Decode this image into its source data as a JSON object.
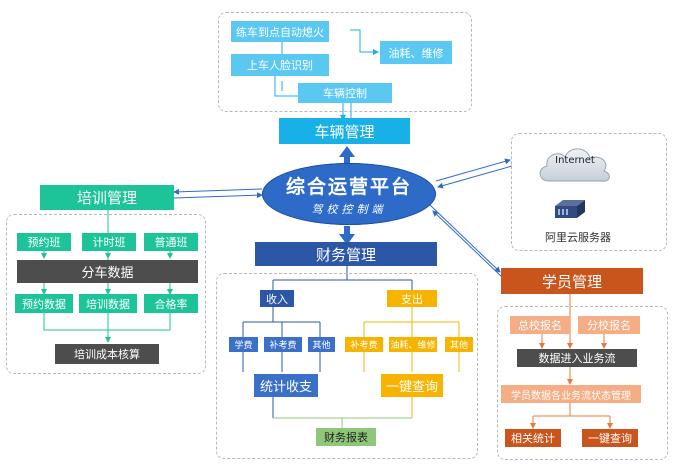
{
  "center": {
    "title": "综合运营平台",
    "subtitle": "驾校控制端"
  },
  "vehicle": {
    "header": "车辆管理",
    "items": {
      "flameout": "练车到点自动熄火",
      "face": "上车人脸识别",
      "control": "车辆控制",
      "fuel": "油耗、维修"
    }
  },
  "cloud": {
    "internet": "Internet",
    "server": "阿里云服务器"
  },
  "training": {
    "header": "培训管理",
    "classes": [
      "预约班",
      "计时班",
      "普通班"
    ],
    "split": "分车数据",
    "data": [
      "预约数据",
      "培训数据",
      "合格率"
    ],
    "cost": "培训成本核算"
  },
  "finance": {
    "header": "财务管理",
    "income": "收入",
    "expense": "支出",
    "income_items": [
      "学费",
      "补考费",
      "其他"
    ],
    "expense_items": [
      "补考费",
      "油耗、维修",
      "其他"
    ],
    "stats": "统计收支",
    "query": "一键查询",
    "report": "财务报表"
  },
  "student": {
    "header": "学员管理",
    "enroll": [
      "总校报名",
      "分校报名"
    ],
    "flow": "数据进入业务流",
    "status": "学员数据各业务流状态管理",
    "outputs": [
      "相关统计",
      "一键查询"
    ]
  },
  "colors": {
    "blue_primary": "#2e6bc9",
    "vehicle_cyan": "#17b1e8",
    "vehicle_light": "#5bc8f2",
    "training_green": "#1ec499",
    "training_dark": "#4d4d4d",
    "finance_navy": "#2c57a6",
    "finance_blue": "#3a70c7",
    "finance_yellow": "#f6b300",
    "finance_green": "#8fc77a",
    "student_orange": "#c9541c",
    "student_peach": "#f4ad84"
  }
}
